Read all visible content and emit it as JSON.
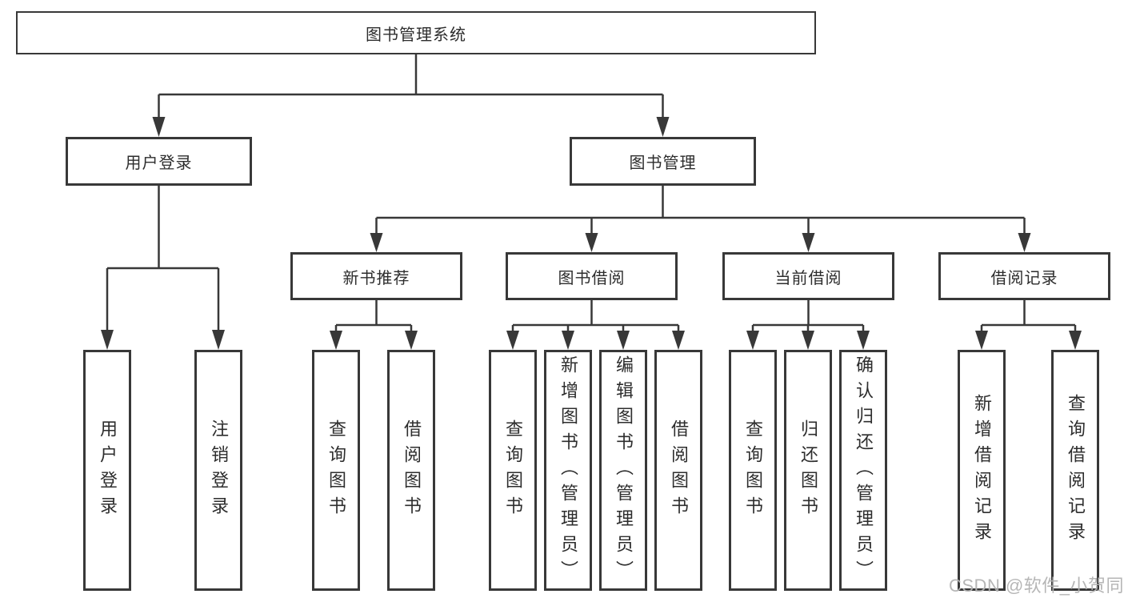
{
  "colors": {
    "line": "#383838",
    "box_border": "#383838",
    "text": "#2d2d2d",
    "background": "#ffffff",
    "watermark": "#b3b3b3"
  },
  "watermark": {
    "text": "CSDN @软件_小贺同学"
  },
  "tree": {
    "root": {
      "label": "图书管理系统"
    },
    "branches": [
      {
        "label": "用户登录",
        "children": [
          {
            "label": "用户登录"
          },
          {
            "label": "注销登录"
          }
        ]
      },
      {
        "label": "图书管理",
        "children": [
          {
            "label": "新书推荐",
            "children": [
              {
                "label": "查询图书"
              },
              {
                "label": "借阅图书"
              }
            ]
          },
          {
            "label": "图书借阅",
            "children": [
              {
                "label": "查询图书"
              },
              {
                "label": "新增图书（管理员）"
              },
              {
                "label": "编辑图书（管理员）"
              },
              {
                "label": "借阅图书"
              }
            ]
          },
          {
            "label": "当前借阅",
            "children": [
              {
                "label": "查询图书"
              },
              {
                "label": "归还图书"
              },
              {
                "label": "确认归还（管理员）"
              }
            ]
          },
          {
            "label": "借阅记录",
            "children": [
              {
                "label": "新增借阅记录"
              },
              {
                "label": "查询借阅记录"
              }
            ]
          }
        ]
      }
    ]
  }
}
